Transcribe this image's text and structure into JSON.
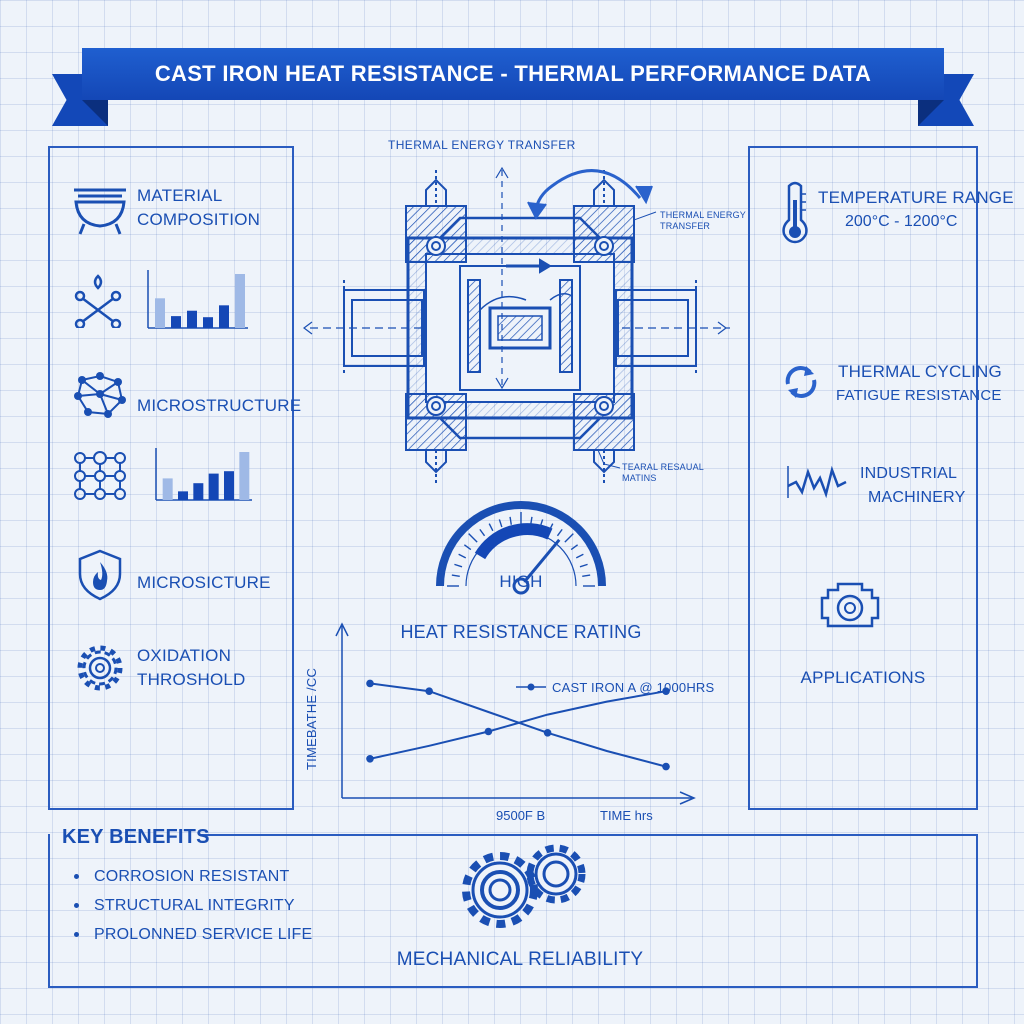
{
  "header": {
    "title": "CAST IRON HEAT RESISTANCE - THERMAL PERFORMANCE DATA"
  },
  "left_panel": {
    "items": [
      {
        "label_line1": "MATERIAL",
        "label_line2": "COMPOSITION",
        "icon": "cooking-pot-icon"
      },
      {
        "icon": "bone-fire-icon",
        "bars": [
          0.55,
          0.22,
          0.32,
          0.2,
          0.42,
          1.0
        ]
      },
      {
        "label": "MICROSTRUCTURE",
        "icon": "molecule-network-icon"
      },
      {
        "icon": "grid-network-icon",
        "bars": [
          0.45,
          0.18,
          0.35,
          0.55,
          0.6,
          1.0
        ]
      },
      {
        "label": "MICROSICTURE",
        "icon": "flame-shield-icon"
      },
      {
        "label_line1": "OXIDATION",
        "label_line2": "THROSHOLD",
        "icon": "gear-icon"
      }
    ]
  },
  "diagram": {
    "top_label": "THERMAL ENERGY TRANSFER",
    "side_label_top_line1": "THERMAL ENERGY",
    "side_label_top_line2": "TRANSFER",
    "side_label_bottom_line1": "TEARAL RESAUAL",
    "side_label_bottom_line2": "MATINS"
  },
  "gauge": {
    "label": "HIGH",
    "caption": "HEAT RESISTANCE RATING",
    "level": 0.72
  },
  "chart_data": {
    "type": "line",
    "legend": "CAST IRON A @ 1000hrs",
    "ylabel": "TIMEBATHE /CC",
    "xlabel": "TIME hrs",
    "x_tick": "9500F B",
    "x": [
      0,
      1,
      2,
      3,
      4,
      5
    ],
    "series": [
      {
        "values": [
          0.82,
          0.76,
          0.6,
          0.44,
          0.3,
          0.18
        ],
        "points": [
          0,
          1,
          3,
          5
        ]
      },
      {
        "values": [
          0.24,
          0.34,
          0.45,
          0.58,
          0.68,
          0.76
        ],
        "points": [
          0,
          2,
          5
        ]
      }
    ],
    "grid": false
  },
  "right_panel": {
    "items": [
      {
        "label_line1": "TEMPERATURE RANGE",
        "label_line2": "200°C - 1200°C",
        "icon": "thermometer-icon"
      },
      {
        "label_line1": "THERMAL CYCLING",
        "label_line2": "FATIGUE RESISTANCE",
        "icon": "cycle-arrows-icon"
      },
      {
        "label_line1": "INDUSTRIAL",
        "label_line2": "MACHINERY",
        "icon": "waveform-icon"
      },
      {
        "label": "APPLICATIONS",
        "icon": "engine-icon"
      }
    ]
  },
  "bottom": {
    "title": "KEY BENEFITS",
    "benefits": [
      "CORROSION RESISTANT",
      "STRUCTURAL INTEGRITY",
      "PROLONNED SERVICE LIFE"
    ],
    "reliability_label": "MECHANICAL RELIABILITY"
  },
  "colors": {
    "primary": "#1a4fb3",
    "banner": "#1447b6",
    "background": "#eef3fa"
  }
}
